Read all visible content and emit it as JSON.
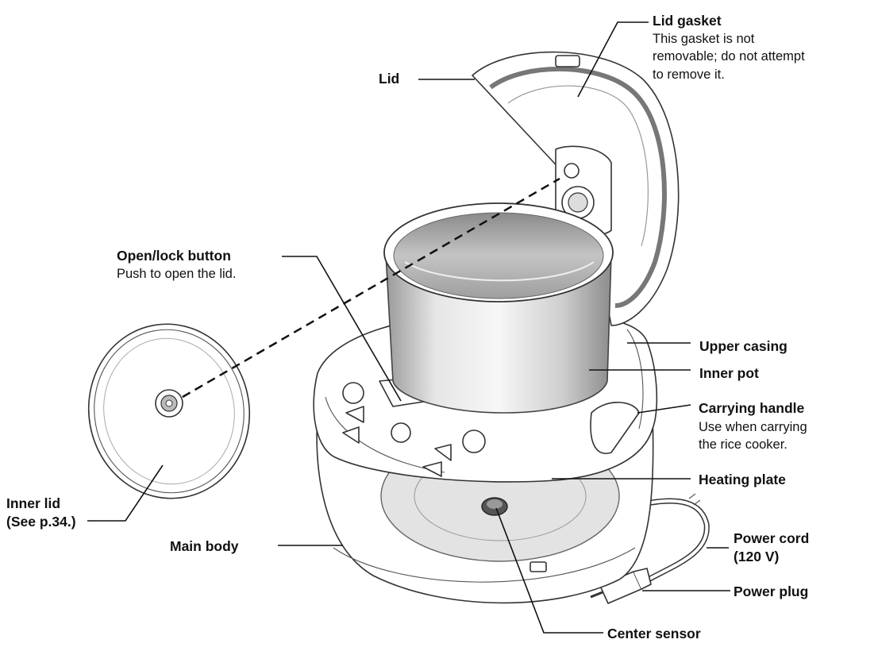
{
  "labels": {
    "lid": "Lid",
    "lid_gasket": "Lid gasket",
    "lid_gasket_note_1": "This gasket is not",
    "lid_gasket_note_2": "removable; do not attempt",
    "lid_gasket_note_3": "to remove it.",
    "open_lock_button": "Open/lock button",
    "open_lock_button_note": "Push to open the lid.",
    "upper_casing": "Upper casing",
    "inner_pot": "Inner pot",
    "carrying_handle": "Carrying handle",
    "carrying_handle_note_1": "Use when carrying",
    "carrying_handle_note_2": "the rice cooker.",
    "heating_plate": "Heating plate",
    "inner_lid": "Inner lid",
    "inner_lid_note": "(See p.34.)",
    "main_body": "Main body",
    "power_cord": "Power cord",
    "power_cord_note": "(120 V)",
    "power_plug": "Power plug",
    "center_sensor": "Center sensor"
  }
}
